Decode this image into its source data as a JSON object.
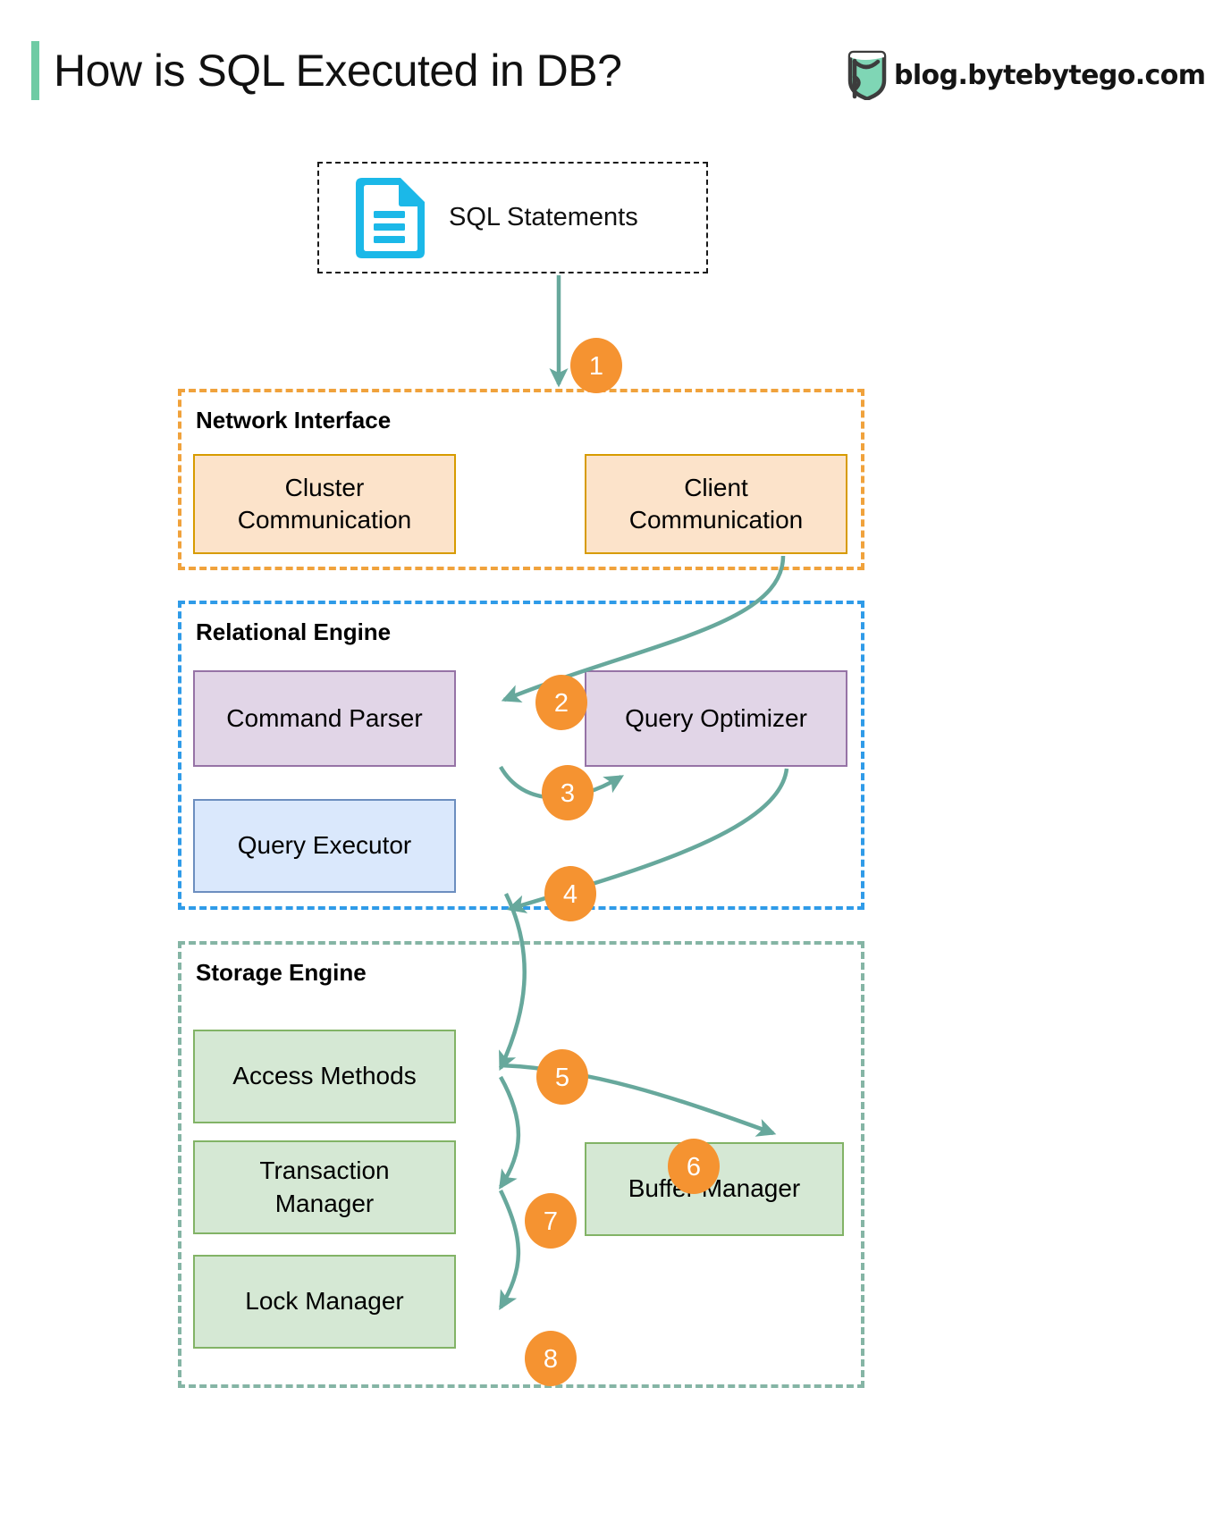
{
  "header": {
    "title": "How is SQL Executed in DB?",
    "brand_text": "blog.bytebytego.com",
    "brand_logo_icon": "bytebytego-shield-logo",
    "accent_color": "#6FCBA4"
  },
  "source": {
    "label": "SQL Statements",
    "icon": "document-icon",
    "icon_color": "#1BB8E8",
    "border_style": "dashed",
    "border_color": "#1A1A1A"
  },
  "groups": [
    {
      "id": "network-interface",
      "label": "Network Interface",
      "border_color": "#F0A23C",
      "nodes": [
        {
          "id": "cluster-communication",
          "label": "Cluster\nCommunication",
          "fill": "#FCE3CA",
          "stroke": "#D79B00"
        },
        {
          "id": "client-communication",
          "label": "Client\nCommunication",
          "fill": "#FCE3CA",
          "stroke": "#D79B00"
        }
      ]
    },
    {
      "id": "relational-engine",
      "label": "Relational Engine",
      "border_color": "#2F9BE8",
      "nodes": [
        {
          "id": "command-parser",
          "label": "Command Parser",
          "fill": "#E1D5E7",
          "stroke": "#9673A6"
        },
        {
          "id": "query-optimizer",
          "label": "Query Optimizer",
          "fill": "#E1D5E7",
          "stroke": "#9673A6"
        },
        {
          "id": "query-executor",
          "label": "Query Executor",
          "fill": "#DAE8FC",
          "stroke": "#6C8EBF"
        }
      ]
    },
    {
      "id": "storage-engine",
      "label": "Storage Engine",
      "border_color": "#85B5A5",
      "nodes": [
        {
          "id": "access-methods",
          "label": "Access Methods",
          "fill": "#D5E8D4",
          "stroke": "#82B366"
        },
        {
          "id": "transaction-manager",
          "label": "Transaction\nManager",
          "fill": "#D5E8D4",
          "stroke": "#82B366"
        },
        {
          "id": "lock-manager",
          "label": "Lock Manager",
          "fill": "#D5E8D4",
          "stroke": "#82B366"
        },
        {
          "id": "buffer-manager",
          "label": "Buffer Manager",
          "fill": "#D5E8D4",
          "stroke": "#82B366"
        }
      ]
    }
  ],
  "node_labels": {
    "cluster_communication_line1": "Cluster",
    "cluster_communication_line2": "Communication",
    "client_communication_line1": "Client",
    "client_communication_line2": "Communication",
    "command_parser": "Command Parser",
    "query_optimizer": "Query Optimizer",
    "query_executor": "Query Executor",
    "access_methods": "Access Methods",
    "transaction_manager_line1": "Transaction",
    "transaction_manager_line2": "Manager",
    "lock_manager": "Lock Manager",
    "buffer_manager": "Buffer Manager"
  },
  "group_labels": {
    "network_interface": "Network Interface",
    "relational_engine": "Relational Engine",
    "storage_engine": "Storage Engine"
  },
  "flow": {
    "arrow_color": "#67A89C",
    "badge_color": "#F59331",
    "badge_text_color": "#FFFFFF",
    "steps": [
      {
        "number": "1",
        "from": "sql-statements",
        "to": "network-interface"
      },
      {
        "number": "2",
        "from": "client-communication",
        "to": "command-parser"
      },
      {
        "number": "3",
        "from": "command-parser",
        "to": "query-optimizer"
      },
      {
        "number": "4",
        "from": "query-optimizer",
        "to": "query-executor"
      },
      {
        "number": "5",
        "from": "query-executor",
        "to": "access-methods"
      },
      {
        "number": "6",
        "from": "access-methods",
        "to": "buffer-manager"
      },
      {
        "number": "7",
        "from": "access-methods",
        "to": "transaction-manager"
      },
      {
        "number": "8",
        "from": "transaction-manager",
        "to": "lock-manager"
      }
    ]
  }
}
